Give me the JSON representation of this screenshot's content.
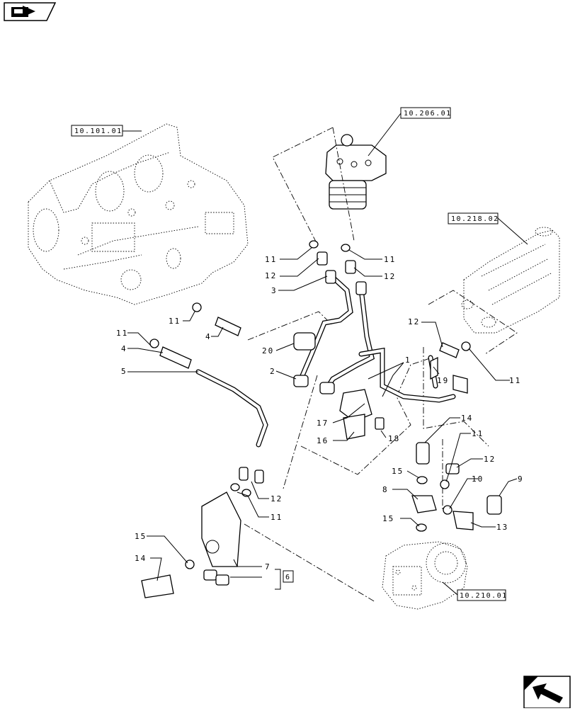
{
  "nav": {
    "prev_icon": "folder-arrow-icon",
    "next_icon": "return-arrow-icon"
  },
  "references": {
    "engine": "10.101.01",
    "filter": "10.206.01",
    "manifold": "10.218.02",
    "pump": "10.210.01",
    "group": "6"
  },
  "callouts": [
    {
      "id": "c11a",
      "text": "11"
    },
    {
      "id": "c12a",
      "text": "12"
    },
    {
      "id": "c3",
      "text": "3"
    },
    {
      "id": "c11b",
      "text": "11"
    },
    {
      "id": "c12b",
      "text": "12"
    },
    {
      "id": "c11c",
      "text": "11"
    },
    {
      "id": "c4a",
      "text": "4"
    },
    {
      "id": "c11d",
      "text": "11"
    },
    {
      "id": "c4b",
      "text": "4"
    },
    {
      "id": "c5",
      "text": "5"
    },
    {
      "id": "c20",
      "text": "20"
    },
    {
      "id": "c2",
      "text": "2"
    },
    {
      "id": "c1",
      "text": "1"
    },
    {
      "id": "c12c",
      "text": "12"
    },
    {
      "id": "c19",
      "text": "19"
    },
    {
      "id": "c11e",
      "text": "11"
    },
    {
      "id": "c17",
      "text": "17"
    },
    {
      "id": "c16",
      "text": "16"
    },
    {
      "id": "c18",
      "text": "18"
    },
    {
      "id": "c14a",
      "text": "14"
    },
    {
      "id": "c11f",
      "text": "11"
    },
    {
      "id": "c12d",
      "text": "12"
    },
    {
      "id": "c15a",
      "text": "15"
    },
    {
      "id": "c10",
      "text": "10"
    },
    {
      "id": "c9",
      "text": "9"
    },
    {
      "id": "c8",
      "text": "8"
    },
    {
      "id": "c15b",
      "text": "15"
    },
    {
      "id": "c13",
      "text": "13"
    },
    {
      "id": "c12e",
      "text": "12"
    },
    {
      "id": "c11g",
      "text": "11"
    },
    {
      "id": "c15c",
      "text": "15"
    },
    {
      "id": "c14b",
      "text": "14"
    },
    {
      "id": "c7",
      "text": "7"
    }
  ]
}
